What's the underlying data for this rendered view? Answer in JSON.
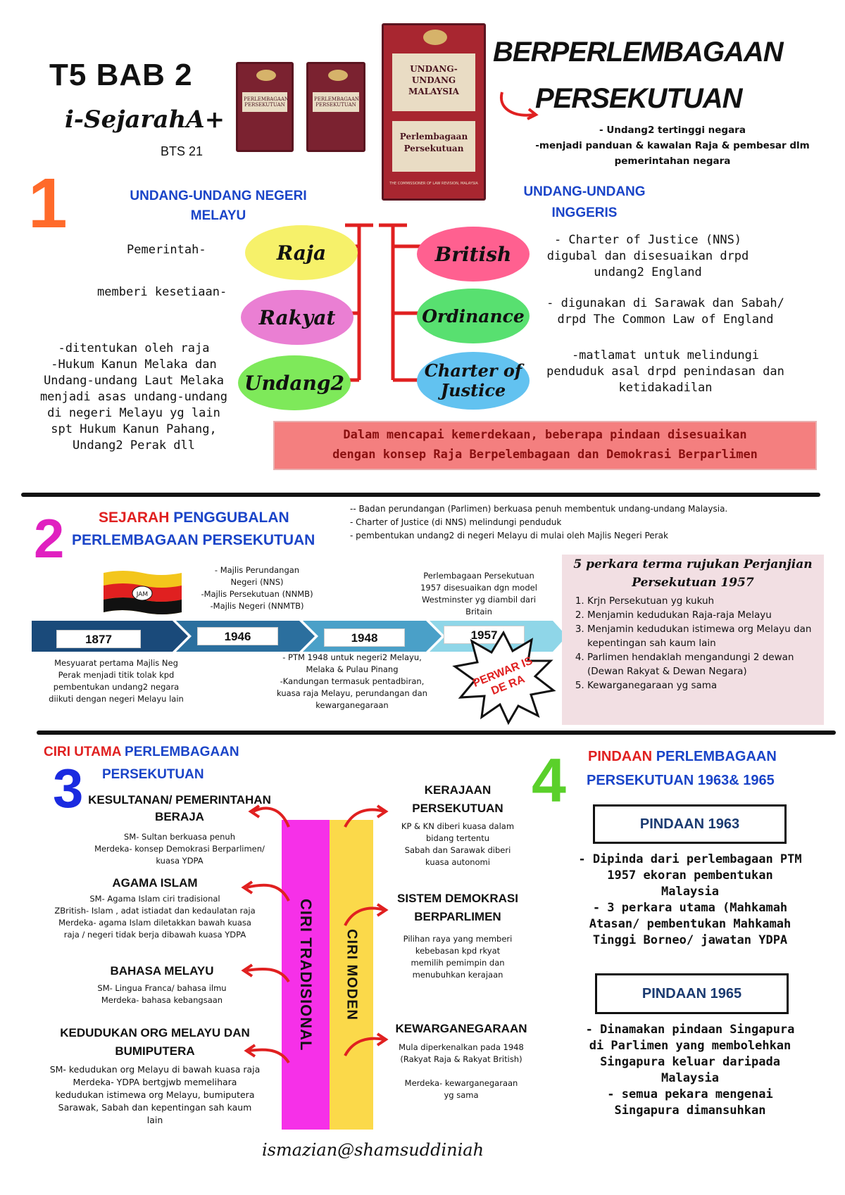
{
  "header": {
    "title": "T5 BAB 2",
    "subtitle": "i-SejarahA+",
    "bts": "BTS 21",
    "main_heading_line1": "BERPERLEMBAGAAN",
    "main_heading_line2": "PERSEKUTUAN",
    "main_points": [
      "- Undang2 tertinggi negara",
      "-menjadi panduan & kawalan Raja & pembesar dlm",
      "pemerintahan negara"
    ],
    "book_left_label": "PERLEMBAGAAN PERSEKUTUAN",
    "book_right_label": "PERLEMBAGAAN PERSEKUTUAN",
    "book_big_top": "UNDANG-UNDANG MALAYSIA",
    "book_big_bottom": "Perlembagaan Persekutuan",
    "book_big_footer": "THE COMMISSIONER OF LAW REVISION, MALAYSIA"
  },
  "section1": {
    "number": "1",
    "left_heading": "UNDANG-UNDANG NEGERI MELAYU",
    "right_heading": "UNDANG-UNDANG INGGERIS",
    "left_ovals": [
      "Raja",
      "Rakyat",
      "Undang2"
    ],
    "right_ovals": [
      "British",
      "Ordinance",
      "Charter of Justice"
    ],
    "left_notes": {
      "raja": "Pemerintah-",
      "rakyat": "memberi kesetiaan-",
      "undang": [
        "-ditentukan oleh raja",
        "-Hukum Kanun Melaka dan",
        "Undang-undang Laut Melaka",
        "menjadi asas undang-undang",
        "di negeri Melayu yg lain",
        "spt Hukum Kanun Pahang,",
        "Undang2 Perak dll"
      ]
    },
    "right_notes": {
      "british": [
        "- Charter of Justice (NNS)",
        "digubal dan disesuaikan drpd",
        "undang2 England"
      ],
      "ordinance": [
        "- digunakan di Sarawak dan Sabah/",
        "drpd The Common Law of England"
      ],
      "charter": [
        "-matlamat untuk melindungi",
        "penduduk asal drpd penindasan dan",
        "ketidakadilan"
      ]
    },
    "banner": [
      "Dalam mencapai kemerdekaan, beberapa pindaan disesuaikan",
      "dengan konsep Raja Berpelembagaan dan Demokrasi Berparlimen"
    ]
  },
  "section2": {
    "number": "2",
    "heading_red": "SEJARAH",
    "heading_blue1": "PENGGUBALAN",
    "heading_blue2": "PERLEMBAGAAN PERSEKUTUAN",
    "top_notes": [
      "-- Badan perundangan (Parlimen) berkuasa penuh membentuk undang-undang Malaysia.",
      "- Charter of Justice (di NNS) melindungi penduduk",
      "- pembentukan undang2 di negeri Melayu di mulai oleh Majlis Negeri Perak"
    ],
    "flag_label": "JAM",
    "years": [
      "1877",
      "1946",
      "1948",
      "1957"
    ],
    "note_1946": [
      "- Majlis Perundangan",
      "Negeri (NNS)",
      "-Majlis Persekutuan (NNMB)",
      "-Majlis Negeri (NNMTB)"
    ],
    "note_1957": [
      "Perlembagaan Persekutuan",
      "1957 disesuaikan dgn model",
      "Westminster yg diambil dari",
      "Britain"
    ],
    "note_1877": [
      "Mesyuarat pertama Majlis Neg",
      "Perak menjadi titik tolak kpd",
      "pembentukan undang2 negara",
      "diikuti dengan negeri Melayu lain"
    ],
    "note_1948": [
      "- PTM 1948 untuk negeri2 Melayu,",
      "Melaka & Pulau Pinang",
      "-Kandungan termasuk pentadbiran,",
      "kuasa raja Melayu, perundangan dan",
      "kewarganegaraan"
    ],
    "starburst": [
      "PERWAR IS",
      "DE RA"
    ],
    "perjanjian_title1": "5 perkara terma rujukan Perjanjian",
    "perjanjian_title2": "Persekutuan 1957",
    "perjanjian_items": [
      "Krjn Persekutuan yg kukuh",
      "Menjamin kedudukan Raja-raja Melayu",
      "Menjamin kedudukan istimewa org Melayu dan kepentingan sah kaum lain",
      "Parlimen hendaklah mengandungi 2 dewan (Dewan Rakyat & Dewan Negara)",
      "Kewarganegaraan yg sama"
    ]
  },
  "section3": {
    "number": "3",
    "heading_red": "CIRI UTAMA",
    "heading_blue1": "PERLEMBAGAAN",
    "heading_blue2": "PERSEKUTUAN",
    "bar_left": "CIRI TRADISIONAL",
    "bar_right": "CIRI MODEN",
    "left_items": [
      {
        "title": "KESULTANAN/ PEMERINTAHAN BERAJA",
        "lines": [
          "SM- Sultan berkuasa penuh",
          "Merdeka- konsep Demokrasi Berparlimen/",
          "kuasa YDPA"
        ]
      },
      {
        "title": "AGAMA ISLAM",
        "lines": [
          "SM- Agama Islam ciri tradisional",
          "ZBritish- Islam , adat istiadat dan kedaulatan raja",
          "Merdeka- agama Islam diletakkan bawah kuasa",
          "raja / negeri tidak berja dibawah kuasa YDPA"
        ]
      },
      {
        "title": "BAHASA MELAYU",
        "lines": [
          "SM- Lingua Franca/ bahasa ilmu",
          "Merdeka- bahasa kebangsaan"
        ]
      },
      {
        "title": "KEDUDUKAN ORG MELAYU DAN BUMIPUTERA",
        "lines": [
          "SM- kedudukan org Melayu di bawah kuasa raja",
          "Merdeka- YDPA bertgjwb memelihara",
          "kedudukan istimewa org Melayu, bumiputera",
          "Sarawak, Sabah dan kepentingan sah kaum",
          "lain"
        ]
      }
    ],
    "right_items": [
      {
        "title": "KERAJAAN PERSEKUTUAN",
        "lines": [
          "KP & KN diberi kuasa dalam",
          "bidang tertentu",
          "Sabah dan Sarawak diberi",
          "kuasa autonomi"
        ]
      },
      {
        "title": "SISTEM DEMOKRASI BERPARLIMEN",
        "lines": [
          "Pilihan raya yang memberi",
          "kebebasan kpd rkyat",
          "memilih pemimpin dan",
          "menubuhkan kerajaan"
        ]
      },
      {
        "title": "KEWARGANEGARAAN",
        "lines": [
          "Mula diperkenalkan pada 1948",
          "(Rakyat Raja & Rakyat British)",
          "",
          "Merdeka- kewarganegaraan",
          "yg sama"
        ]
      }
    ]
  },
  "section4": {
    "number": "4",
    "heading_red": "PINDAAN",
    "heading_blue1": "PERLEMBAGAAN",
    "heading_blue2": "PERSEKUTUAN 1963& 1965",
    "pindaan1963_title": "PINDAAN 1963",
    "pindaan1963_lines": [
      "- Dipinda dari perlembagaan PTM",
      "1957 ekoran pembentukan",
      "Malaysia",
      "- 3 perkara utama (Mahkamah",
      "Atasan/ pembentukan Mahkamah",
      "Tinggi Borneo/ jawatan YDPA"
    ],
    "pindaan1965_title": "PINDAAN 1965",
    "pindaan1965_lines": [
      "- Dinamakan pindaan Singapura",
      "di Parlimen yang membolehkan",
      "Singapura keluar daripada",
      "Malaysia",
      "- semua pekara mengenai",
      "Singapura dimansuhkan"
    ]
  },
  "footer": {
    "signature": "ismazian@shamsuddiniah"
  }
}
